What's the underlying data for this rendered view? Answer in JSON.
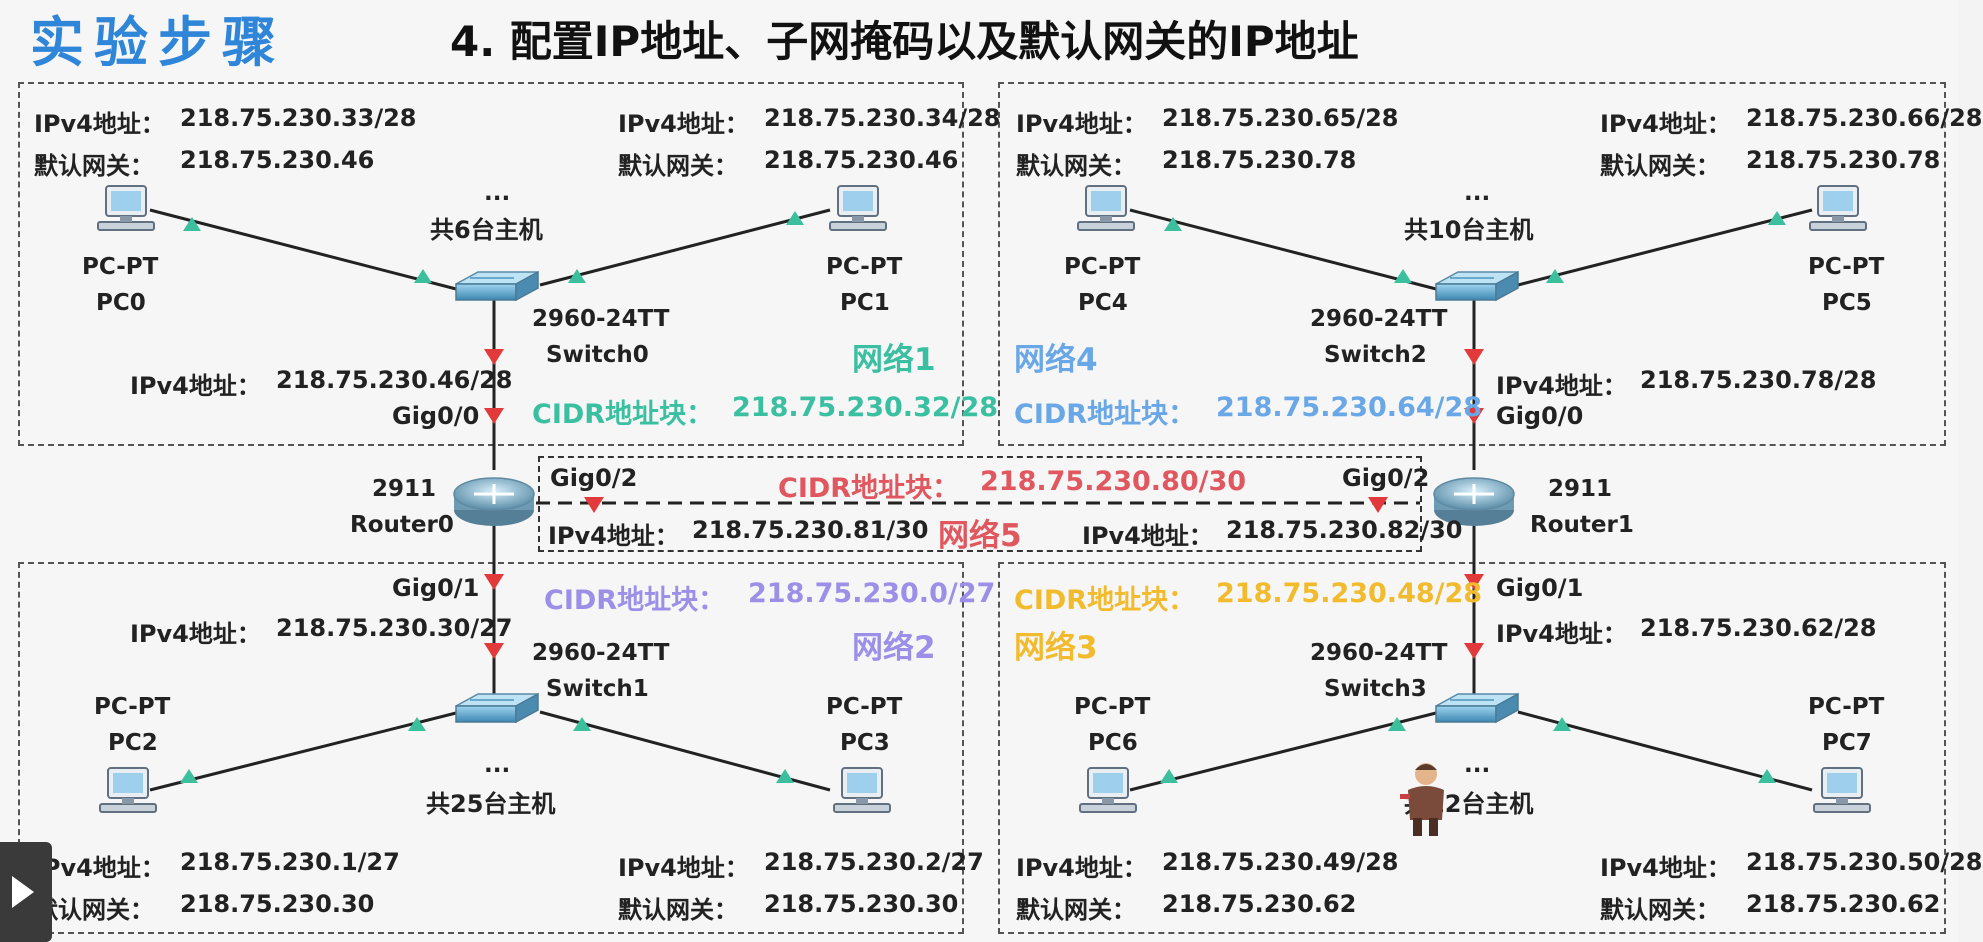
{
  "heading": "实验步骤",
  "subtitle": "4. 配置IP地址、子网掩码以及默认网关的IP地址",
  "labels": {
    "ipv4": "IPv4地址：",
    "gateway": "默认网关：",
    "cidr": "CIDR地址块："
  },
  "ellipsis": "...",
  "pc_model": "PC-PT",
  "switch_model": "2960-24TT",
  "router_model": "2911",
  "pcs": {
    "pc0": {
      "name": "PC0",
      "ip": "218.75.230.33/28",
      "gw": "218.75.230.46"
    },
    "pc1": {
      "name": "PC1",
      "ip": "218.75.230.34/28",
      "gw": "218.75.230.46"
    },
    "pc2": {
      "name": "PC2",
      "ip": "218.75.230.1/27",
      "gw": "218.75.230.30"
    },
    "pc3": {
      "name": "PC3",
      "ip": "218.75.230.2/27",
      "gw": "218.75.230.30"
    },
    "pc4": {
      "name": "PC4",
      "ip": "218.75.230.65/28",
      "gw": "218.75.230.78"
    },
    "pc5": {
      "name": "PC5",
      "ip": "218.75.230.66/28",
      "gw": "218.75.230.78"
    },
    "pc6": {
      "name": "PC6",
      "ip": "218.75.230.49/28",
      "gw": "218.75.230.62"
    },
    "pc7": {
      "name": "PC7",
      "ip": "218.75.230.50/28",
      "gw": "218.75.230.62"
    }
  },
  "switches": {
    "s0": "Switch0",
    "s1": "Switch1",
    "s2": "Switch2",
    "s3": "Switch3"
  },
  "routers": {
    "r0": "Router0",
    "r1": "Router1"
  },
  "host_counts": {
    "n1": "共6台主机",
    "n2": "共25台主机",
    "n4": "共10台主机",
    "n3": "共12台主机"
  },
  "ports": {
    "g00": "Gig0/0",
    "g01": "Gig0/1",
    "g02": "Gig0/2"
  },
  "router_ifaces": {
    "r0_g00": "218.75.230.46/28",
    "r0_g01": "218.75.230.30/27",
    "r0_g02": "218.75.230.81/30",
    "r1_g00": "218.75.230.78/28",
    "r1_g01": "218.75.230.62/28",
    "r1_g02": "218.75.230.82/30"
  },
  "networks": {
    "n1": {
      "name": "网络1",
      "cidr": "218.75.230.32/28",
      "color": "#3bbfa1"
    },
    "n2": {
      "name": "网络2",
      "cidr": "218.75.230.0/27",
      "color": "#9b8fe8"
    },
    "n3": {
      "name": "网络3",
      "cidr": "218.75.230.48/28",
      "color": "#f2bb2e"
    },
    "n4": {
      "name": "网络4",
      "cidr": "218.75.230.64/28",
      "color": "#6aa7e6"
    },
    "n5": {
      "name": "网络5",
      "cidr": "218.75.230.80/30",
      "color": "#e0575f"
    }
  },
  "icons": [
    "pc-icon",
    "switch-icon",
    "router-icon",
    "link-arrow-icon",
    "play-icon"
  ]
}
